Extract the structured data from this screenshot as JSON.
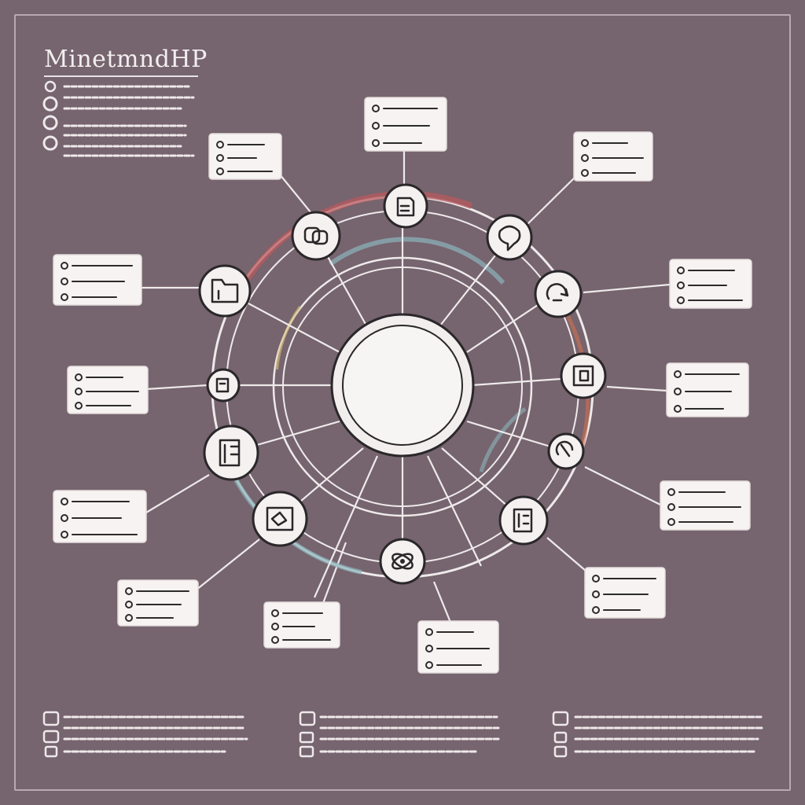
{
  "header": {
    "title": "MinetmndHP"
  },
  "colors": {
    "background": "#76646e",
    "line": "#eeeaea",
    "card": "#f6f3f2",
    "ink": "#2a272a",
    "accent_red": "#b85a5e",
    "accent_teal": "#8cb4bc",
    "accent_yellow": "#d8c27a",
    "accent_orange": "#d2704e"
  },
  "center": {
    "icon": "blank-circle"
  },
  "nodes": [
    {
      "id": "top",
      "icon": "document-icon"
    },
    {
      "id": "upper-left",
      "icon": "link-icon"
    },
    {
      "id": "upper-right",
      "icon": "chat-icon"
    },
    {
      "id": "left-high",
      "icon": "folder-icon"
    },
    {
      "id": "right-high",
      "icon": "refresh-icon"
    },
    {
      "id": "left-mid",
      "icon": "tag-icon"
    },
    {
      "id": "right-mid",
      "icon": "grid-icon"
    },
    {
      "id": "left-low",
      "icon": "clipboard-icon"
    },
    {
      "id": "right-low",
      "icon": "cycle-icon"
    },
    {
      "id": "lower-left",
      "icon": "puzzle-icon"
    },
    {
      "id": "lower-right",
      "icon": "list-icon"
    },
    {
      "id": "bottom",
      "icon": "atom-icon"
    }
  ],
  "cards": [
    {
      "id": "top"
    },
    {
      "id": "top-left"
    },
    {
      "id": "top-right"
    },
    {
      "id": "left-1"
    },
    {
      "id": "right-1"
    },
    {
      "id": "left-2"
    },
    {
      "id": "right-2"
    },
    {
      "id": "left-3"
    },
    {
      "id": "right-3"
    },
    {
      "id": "bottom-left"
    },
    {
      "id": "bottom-mid-left"
    },
    {
      "id": "bottom-mid"
    },
    {
      "id": "bottom-right"
    }
  ]
}
